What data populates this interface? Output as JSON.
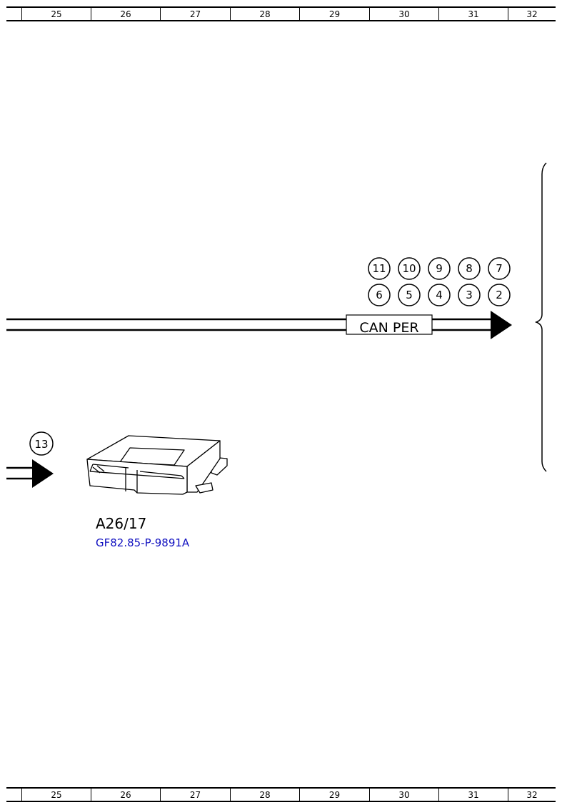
{
  "ruler": {
    "columns": [
      "25",
      "26",
      "27",
      "28",
      "29",
      "30",
      "31",
      "32"
    ]
  },
  "bus": {
    "label": "CAN PER"
  },
  "pins_top": [
    "11",
    "10",
    "9",
    "8",
    "7"
  ],
  "pins_bottom": [
    "6",
    "5",
    "4",
    "3",
    "2"
  ],
  "connector_pin": "13",
  "component": {
    "id": "A26/17",
    "doc_link": "GF82.85-P-9891A",
    "link_color": "#1010c0"
  }
}
